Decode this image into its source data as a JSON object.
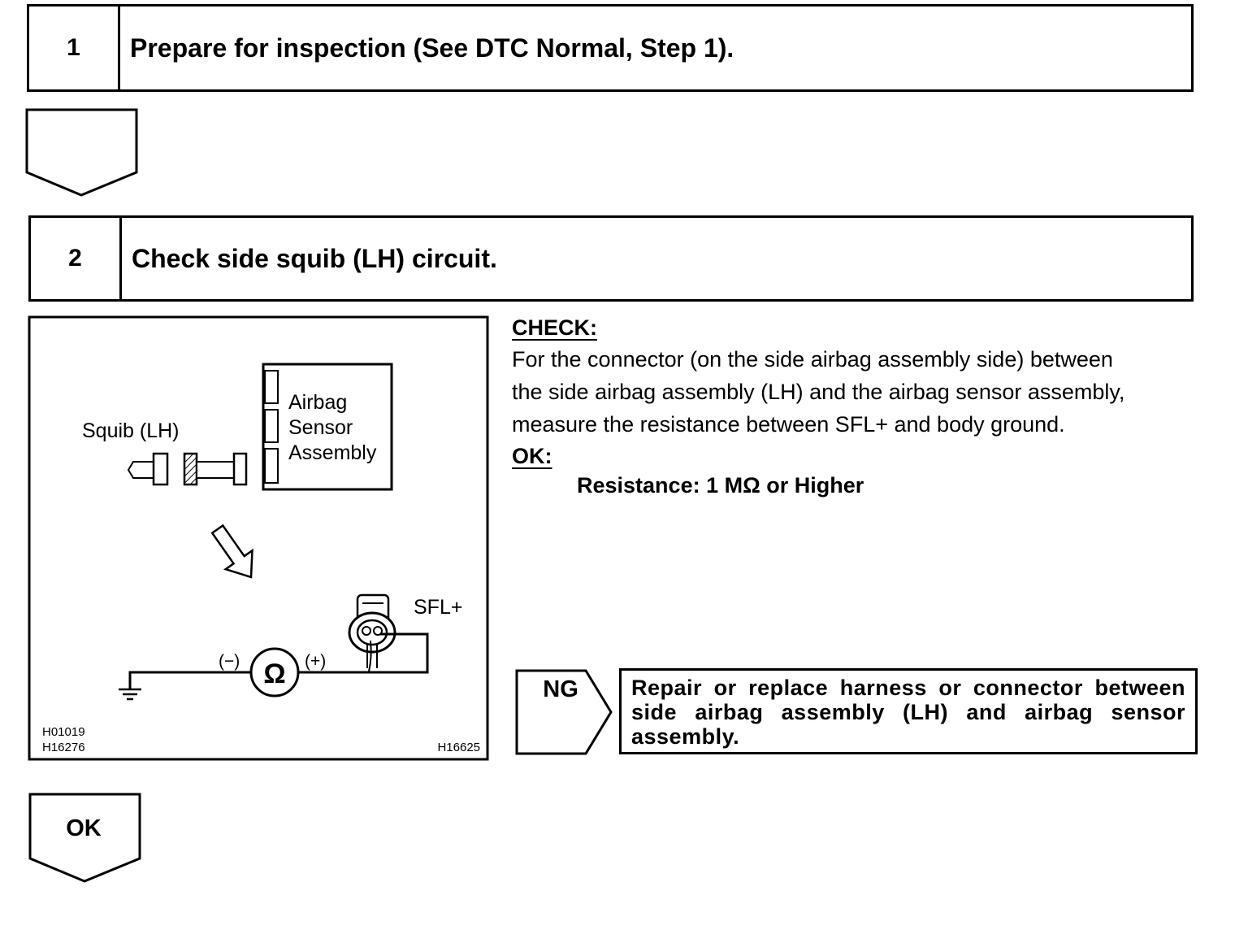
{
  "steps": [
    {
      "number": "1",
      "title": "Prepare for inspection (See DTC Normal, Step 1)."
    },
    {
      "number": "2",
      "title": "Check side squib (LH) circuit."
    }
  ],
  "diagram": {
    "squib_label": "Squib (LH)",
    "sensor_label_lines": [
      "Airbag",
      "Sensor",
      "Assembly"
    ],
    "terminal_label": "SFL+",
    "minus_label": "(−)",
    "plus_label": "(+)",
    "ohm_symbol": "Ω",
    "ref_codes_left": [
      "H01019",
      "H16276"
    ],
    "ref_code_right": "H16625"
  },
  "check": {
    "heading": "CHECK:",
    "lines": [
      "For the connector (on the side airbag assembly side) between",
      "the side airbag assembly (LH) and the airbag sensor assembly,",
      "measure the resistance between SFL+ and body ground."
    ],
    "ok_heading": "OK:",
    "spec": "Resistance: 1 MΩ or Higher"
  },
  "ng": {
    "label": "NG",
    "action": "Repair or replace harness or connector between side airbag assembly (LH) and airbag sensor assembly."
  },
  "ok_label": "OK"
}
